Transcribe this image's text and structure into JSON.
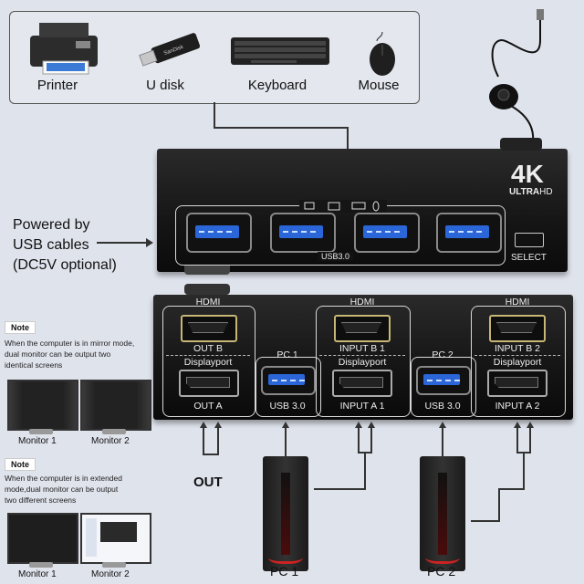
{
  "peripherals": [
    {
      "label": "Printer",
      "icon": "printer-icon"
    },
    {
      "label": "U disk",
      "icon": "usb-drive-icon"
    },
    {
      "label": "Keyboard",
      "icon": "keyboard-icon"
    },
    {
      "label": "Mouse",
      "icon": "mouse-icon"
    }
  ],
  "powered_by": [
    "Powered by",
    "USB cables",
    "(DC5V optional)"
  ],
  "front_panel": {
    "usb_label": "USB3.0",
    "select_label": "SELECT",
    "badge_main": "4K",
    "badge_sub1": "ULTRA",
    "badge_sub2": "HD"
  },
  "rear_panel": {
    "hdmi": "HDMI",
    "displayport": "Displayport",
    "out_b": "OUT B",
    "out_a": "OUT A",
    "pc1": "PC 1",
    "pc2": "PC 2",
    "input_b1": "INPUT B 1",
    "input_a1": "INPUT A 1",
    "input_b2": "INPUT B 2",
    "input_a2": "INPUT A 2",
    "usb30": "USB 3.0"
  },
  "out_label": "OUT",
  "pcs": [
    "PC 1",
    "PC 2"
  ],
  "notes": [
    {
      "tag": "Note",
      "text": [
        "When the computer is in mirror mode,",
        "dual monitor can be output two",
        "identical screens"
      ],
      "monitors": [
        "Monitor 1",
        "Monitor 2"
      ]
    },
    {
      "tag": "Note",
      "text": [
        "When the computer is in extended",
        "mode,dual monitor can be output",
        "two different screens"
      ],
      "monitors": [
        "Monitor 1",
        "Monitor 2"
      ]
    }
  ]
}
